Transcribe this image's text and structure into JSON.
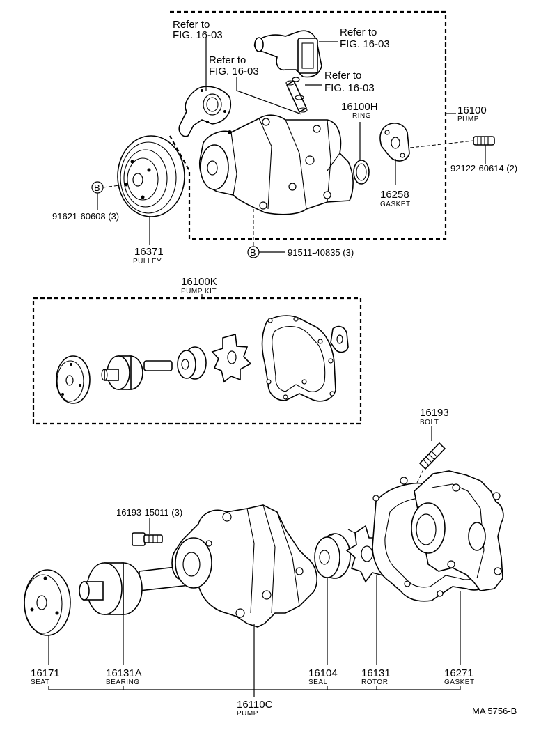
{
  "labels": {
    "refer_a_1": "Refer to",
    "refer_a_2": "FIG. 16-03",
    "refer_b_1": "Refer to",
    "refer_b_2": "FIG. 16-03",
    "refer_c_1": "Refer to",
    "refer_c_2": "FIG. 16-03",
    "refer_d_1": "Refer to",
    "refer_d_2": "FIG. 16-03",
    "p16100": "16100",
    "p16100_sub": "PUMP",
    "p16100h": "16100H",
    "p16100h_sub": "RING",
    "p92122": "92122-60614 (2)",
    "p16258": "16258",
    "p16258_sub": "GASKET",
    "p91621": "91621-60608 (3)",
    "p16371": "16371",
    "p16371_sub": "PULLEY",
    "p91511": "91511-40835 (3)",
    "callout_b": "B",
    "p16100k": "16100K",
    "p16100k_sub": "PUMP KIT",
    "p16193": "16193",
    "p16193_sub": "BOLT",
    "p16193_15011": "16193-15011 (3)",
    "p16171": "16171",
    "p16171_sub": "SEAT",
    "p16131a": "16131A",
    "p16131a_sub": "BEARING",
    "p16104": "16104",
    "p16104_sub": "SEAL",
    "p16131": "16131",
    "p16131_sub": "ROTOR",
    "p16271": "16271",
    "p16271_sub": "GASKET",
    "p16110c": "16110C",
    "p16110c_sub": "PUMP",
    "figure_code": "MA 5756-B"
  }
}
